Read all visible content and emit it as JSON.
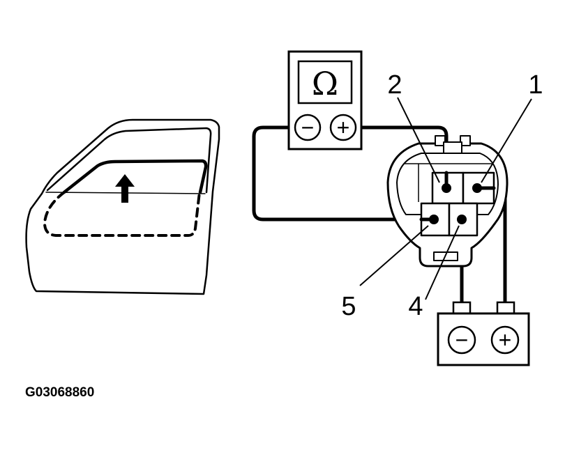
{
  "figure": {
    "code": "G03068860",
    "meter": {
      "symbol": "Ω",
      "terminals": [
        "−",
        "+"
      ]
    },
    "battery": {
      "terminals": [
        "−",
        "+"
      ]
    },
    "connector_pins": [
      "1",
      "2",
      "4",
      "5"
    ]
  }
}
